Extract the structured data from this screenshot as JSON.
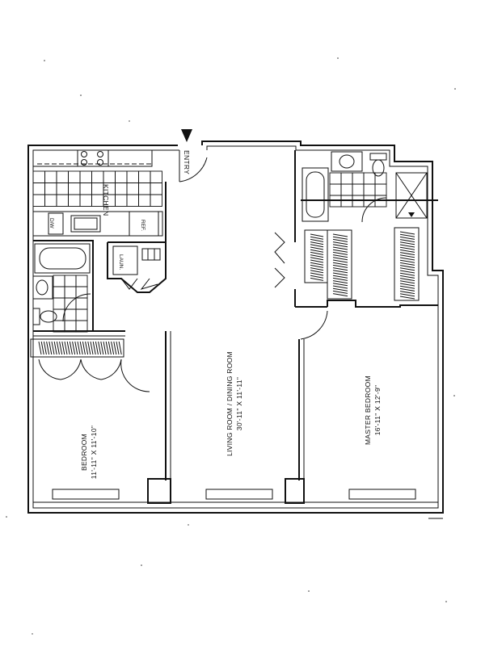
{
  "entry": "ENTRY",
  "kitchen": "KITCHEN",
  "dishwasher": "D/W",
  "refrigerator": "REF.",
  "laundry": "LAUN.",
  "living_dining": {
    "name": "LIVING ROOM / DINING ROOM",
    "dims": "30'-11\" X 11'-11\""
  },
  "bedroom": {
    "name": "BEDROOM",
    "dims": "11'-11\" X 11'-10\""
  },
  "master_bedroom": {
    "name": "MASTER BEDROOM",
    "dims": "16'-11\" X 12'-9\""
  }
}
